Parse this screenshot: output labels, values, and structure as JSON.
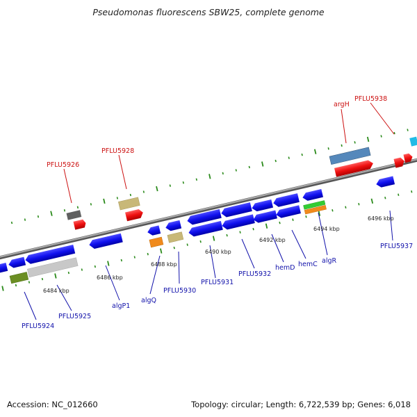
{
  "title": "Pseudomonas fluorescens SBW25, complete genome",
  "accession": "Accession: NC_012660",
  "topology": "Topology: circular; Length: 6,722,539 bp; Genes: 6,018",
  "colors": {
    "cds": "#1010ee",
    "trna": "#ee1010",
    "backbone": "#888888",
    "tick": "#2a8a1a",
    "label_top": "#cc1010",
    "label_bottom": "#1010aa"
  },
  "scale_labels": [
    "6484 kbp",
    "6486 kbp",
    "6488 kbp",
    "6490 kbp",
    "6492 kbp",
    "6494 kbp",
    "6496 kbp"
  ],
  "gene_labels": {
    "top": [
      "PFLU5926",
      "PFLU5928",
      "argH",
      "PFLU5938"
    ],
    "bottom": [
      "PFLU5924",
      "PFLU5925",
      "algP1",
      "algQ",
      "PFLU5930",
      "PFLU5931",
      "PFLU5932",
      "hemD",
      "hemC",
      "algR",
      "PFLU5937"
    ]
  }
}
